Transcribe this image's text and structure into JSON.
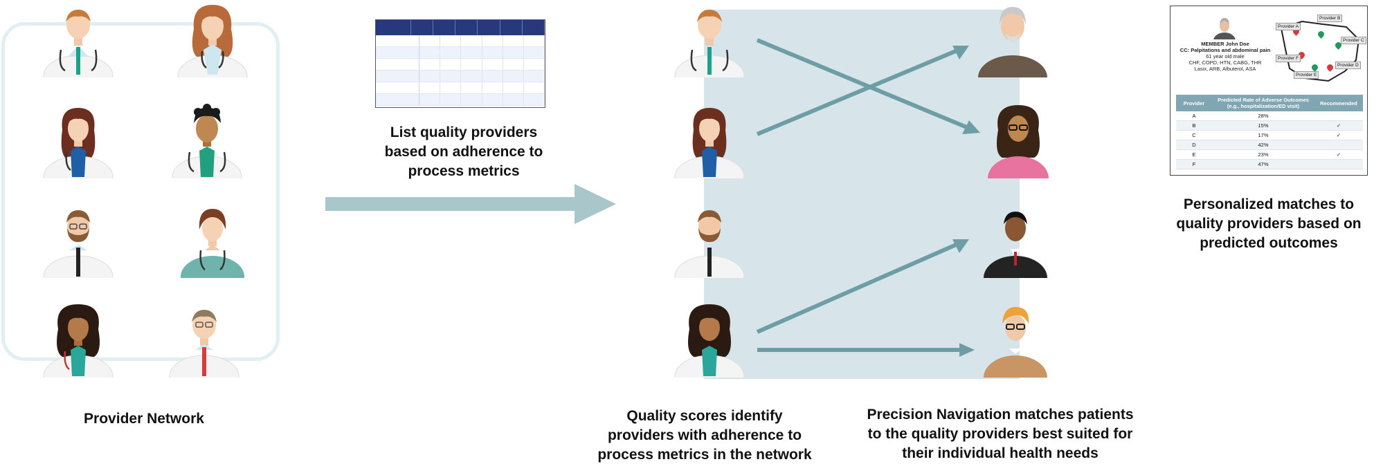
{
  "captions": {
    "provider_network": "Provider Network",
    "list_quality": "List quality providers\nbased on adherence to\nprocess metrics",
    "quality_scores": "Quality scores identify\nproviders with adherence to\nprocess metrics in the network",
    "precision_navigation": "Precision Navigation matches patients\nto the quality providers best suited for\ntheir individual health needs",
    "personalized": "Personalized matches to\nquality providers based on\npredicted outcomes"
  },
  "card": {
    "member_name": "MEMBER John Doe",
    "complaint": "CC: Palpitations and abdominal pain",
    "age": "61 year old male",
    "history": "CHF, COPD, HTN, CABG, THR",
    "meds": "Lasix, ARB, Albuterol, ASA",
    "map_labels": [
      "Provider A",
      "Provider B",
      "Provider C",
      "Provider D",
      "Provider E",
      "Provider F"
    ],
    "table": {
      "headers": [
        "Provider",
        "Predicted Rate of Adverse Outcomes (e.g., hospitalization/ED visit)",
        "Recommended"
      ],
      "rows": [
        [
          "A",
          "28%",
          ""
        ],
        [
          "B",
          "15%",
          "✓"
        ],
        [
          "C",
          "17%",
          "✓"
        ],
        [
          "D",
          "42%",
          ""
        ],
        [
          "E",
          "23%",
          "✓"
        ],
        [
          "F",
          "47%",
          ""
        ]
      ]
    }
  },
  "colors": {
    "arrow": "#6e9ea5",
    "panel": "#d7e5ea",
    "network_border": "#e1eff2",
    "table_header": "#26397e",
    "card_header": "#7fa6b2"
  }
}
